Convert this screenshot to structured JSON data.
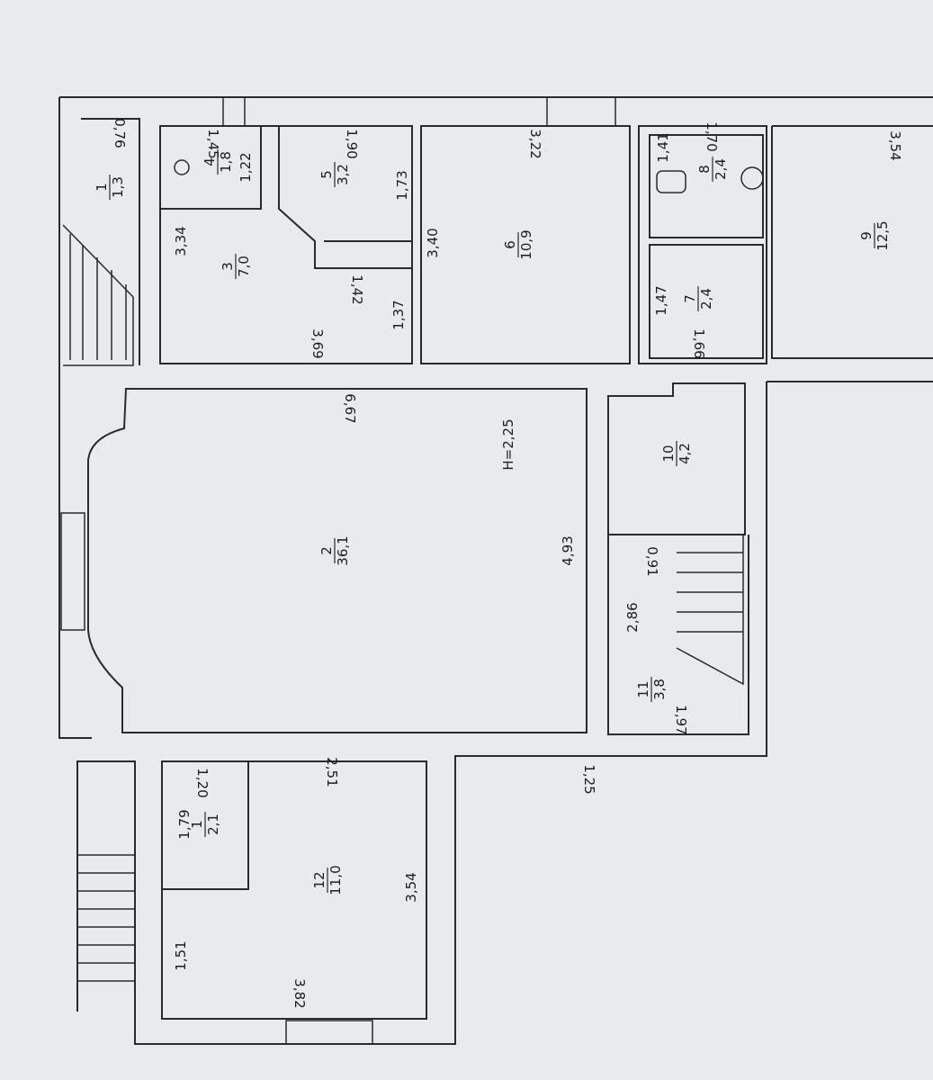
{
  "rooms": [
    {
      "id": "1a",
      "number": "1",
      "area": "1,3"
    },
    {
      "id": "2",
      "number": "2",
      "area": "36,1"
    },
    {
      "id": "3",
      "number": "3",
      "area": "7,0"
    },
    {
      "id": "4",
      "number": "4",
      "area": "1,8"
    },
    {
      "id": "5",
      "number": "5",
      "area": "3,2"
    },
    {
      "id": "6",
      "number": "6",
      "area": "10,9"
    },
    {
      "id": "7",
      "number": "7",
      "area": "2,4"
    },
    {
      "id": "8",
      "number": "8",
      "area": "2,4"
    },
    {
      "id": "9",
      "number": "9",
      "area": "12,5"
    },
    {
      "id": "10",
      "number": "10",
      "area": "4,2"
    },
    {
      "id": "11",
      "number": "11",
      "area": "3,8"
    },
    {
      "id": "1b",
      "number": "1",
      "area": "2,1"
    },
    {
      "id": "12",
      "number": "12",
      "area": "11,0"
    }
  ],
  "dimensions": [
    {
      "id": "d076",
      "text": "0,76"
    },
    {
      "id": "d145",
      "text": "1,45"
    },
    {
      "id": "d122",
      "text": "1,22"
    },
    {
      "id": "d190",
      "text": "1,90"
    },
    {
      "id": "d173",
      "text": "1,73"
    },
    {
      "id": "d322",
      "text": "3,22"
    },
    {
      "id": "d141",
      "text": "1,41"
    },
    {
      "id": "d170",
      "text": "1,70"
    },
    {
      "id": "d354top",
      "text": "3,54"
    },
    {
      "id": "d334",
      "text": "3,34"
    },
    {
      "id": "d142",
      "text": "1,42"
    },
    {
      "id": "d137",
      "text": "1,37"
    },
    {
      "id": "d369",
      "text": "3,69"
    },
    {
      "id": "d340",
      "text": "3,40"
    },
    {
      "id": "d147",
      "text": "1,47"
    },
    {
      "id": "d166",
      "text": "1,66"
    },
    {
      "id": "d667",
      "text": "6,67"
    },
    {
      "id": "dH",
      "text": "H=2,25"
    },
    {
      "id": "d493",
      "text": "4,93"
    },
    {
      "id": "d091",
      "text": "0,91"
    },
    {
      "id": "d286",
      "text": "2,86"
    },
    {
      "id": "d197",
      "text": "1,97"
    },
    {
      "id": "d120",
      "text": "1,20"
    },
    {
      "id": "d251",
      "text": "2,51"
    },
    {
      "id": "d125",
      "text": "1,25"
    },
    {
      "id": "d179",
      "text": "1,79"
    },
    {
      "id": "d354",
      "text": "3,54"
    },
    {
      "id": "d151",
      "text": "1,51"
    },
    {
      "id": "d382",
      "text": "3,82"
    }
  ],
  "colors": {
    "paper": "#e9eaeb",
    "line": "#2a2a2a"
  }
}
